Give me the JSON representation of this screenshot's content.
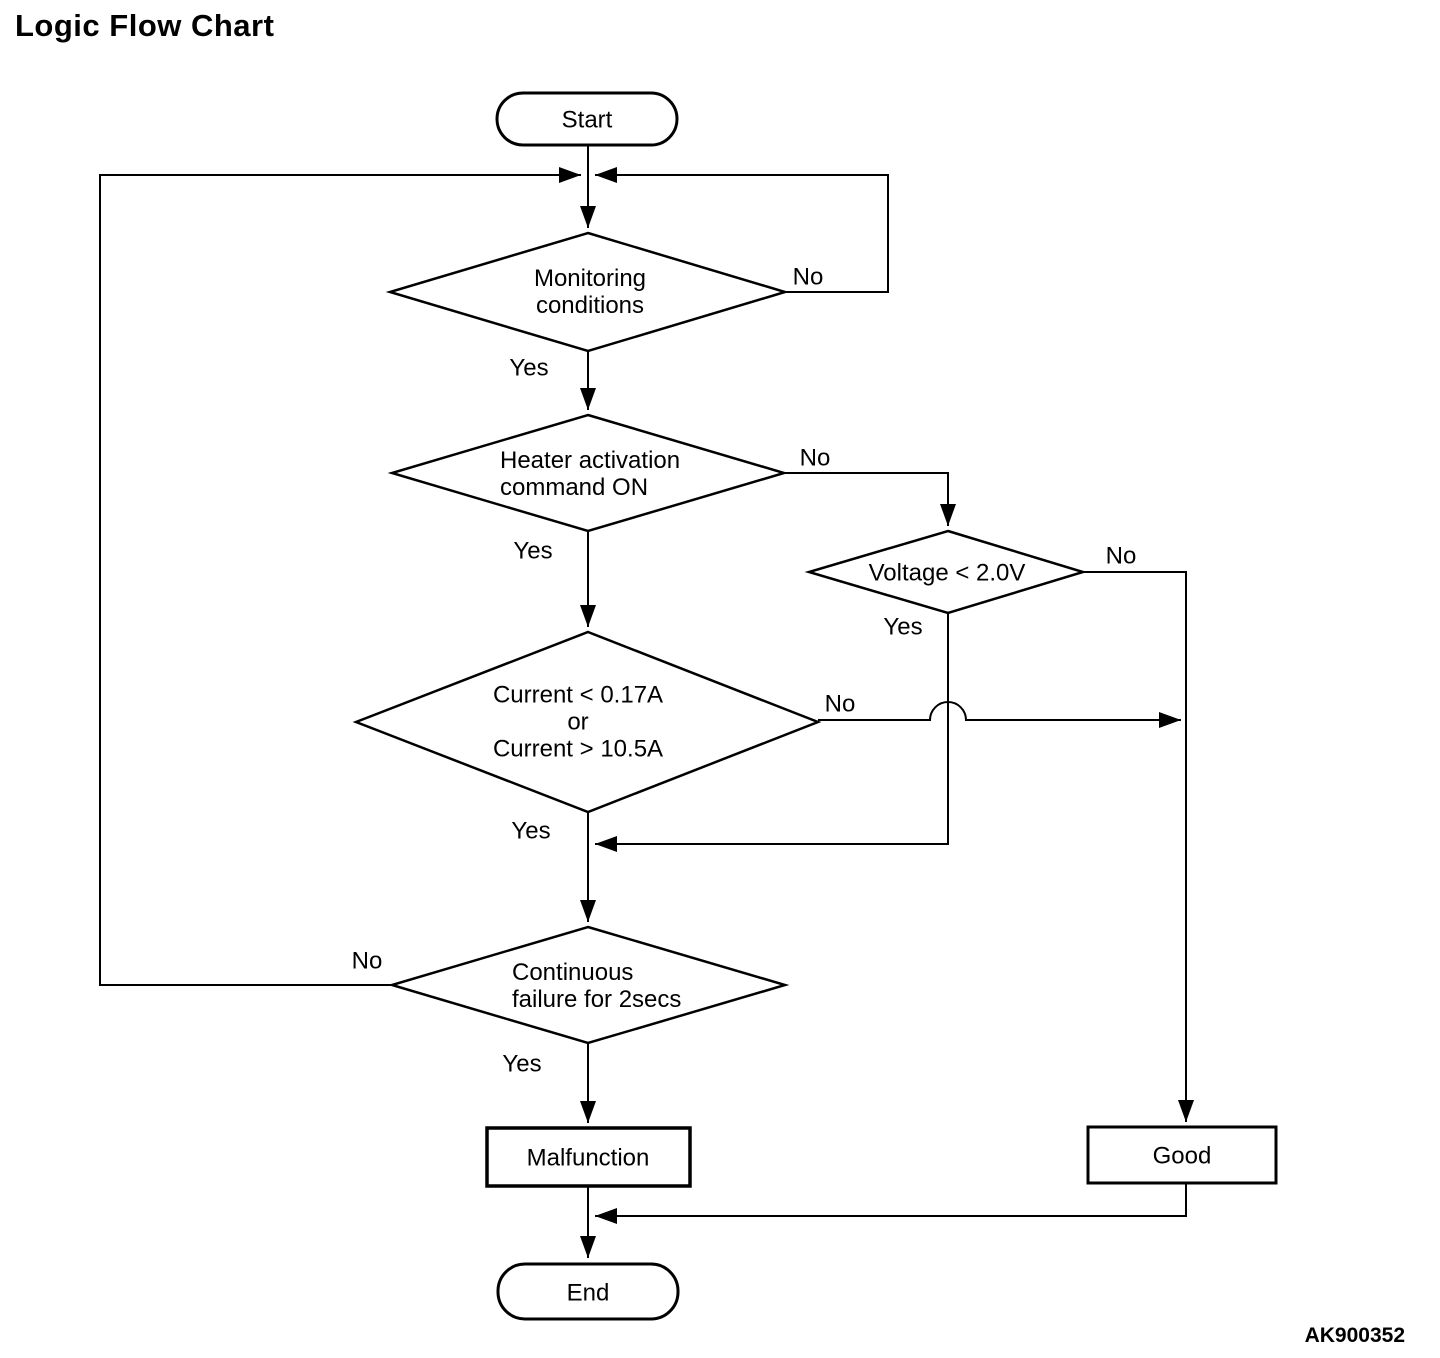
{
  "title": "Logic Flow Chart",
  "figure_code": "AK900352",
  "diagram_type": "flowchart",
  "nodes": {
    "start": {
      "label": "Start",
      "shape": "terminator"
    },
    "monitoring": {
      "label": "Monitoring\nconditions",
      "shape": "decision"
    },
    "heater": {
      "label": "Heater activation\ncommand ON",
      "shape": "decision"
    },
    "voltage": {
      "label": "Voltage < 2.0V",
      "shape": "decision"
    },
    "current": {
      "label": "Current < 0.17A\nor\nCurrent > 10.5A",
      "shape": "decision"
    },
    "continuous": {
      "label": "Continuous\nfailure for 2secs",
      "shape": "decision"
    },
    "malfunction": {
      "label": "Malfunction",
      "shape": "process"
    },
    "good": {
      "label": "Good",
      "shape": "process"
    },
    "end": {
      "label": "End",
      "shape": "terminator"
    }
  },
  "edge_labels": {
    "monitoring_no": "No",
    "monitoring_yes": "Yes",
    "heater_no": "No",
    "heater_yes": "Yes",
    "voltage_no": "No",
    "voltage_yes": "Yes",
    "current_no": "No",
    "current_yes": "Yes",
    "continuous_no": "No",
    "continuous_yes": "Yes"
  },
  "edges": [
    {
      "from": "start",
      "to": "monitoring",
      "label": ""
    },
    {
      "from": "monitoring",
      "to": "heater",
      "label": "Yes"
    },
    {
      "from": "monitoring",
      "to": "monitoring",
      "label": "No"
    },
    {
      "from": "heater",
      "to": "current",
      "label": "Yes"
    },
    {
      "from": "heater",
      "to": "voltage",
      "label": "No"
    },
    {
      "from": "voltage",
      "to": "continuous",
      "label": "Yes"
    },
    {
      "from": "voltage",
      "to": "good",
      "label": "No"
    },
    {
      "from": "current",
      "to": "continuous",
      "label": "Yes"
    },
    {
      "from": "current",
      "to": "good",
      "label": "No"
    },
    {
      "from": "continuous",
      "to": "malfunction",
      "label": "Yes"
    },
    {
      "from": "continuous",
      "to": "monitoring",
      "label": "No"
    },
    {
      "from": "malfunction",
      "to": "end",
      "label": ""
    },
    {
      "from": "good",
      "to": "end",
      "label": ""
    }
  ],
  "colors": {
    "line": "#000000",
    "background": "#ffffff"
  }
}
